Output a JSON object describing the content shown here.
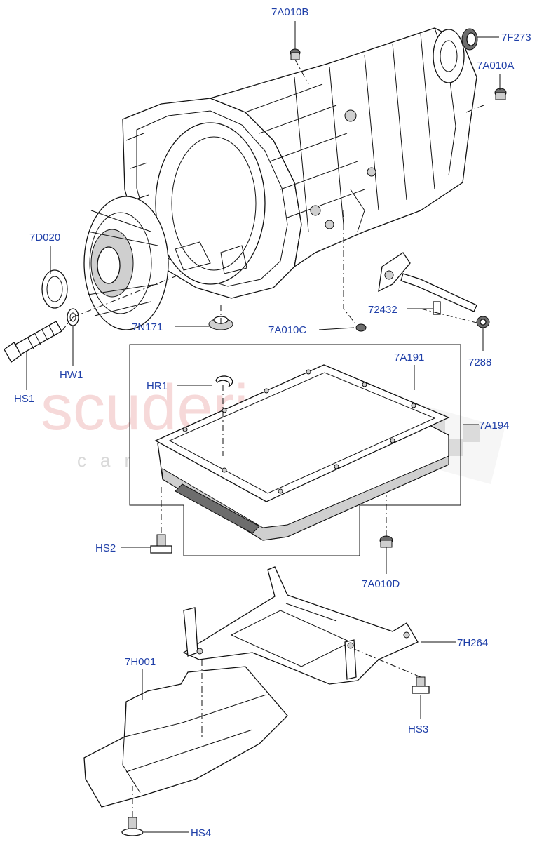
{
  "watermark": {
    "brand": "scuderia",
    "sub": "car parts"
  },
  "callouts": [
    {
      "id": "7A010B",
      "text": "7A010B"
    },
    {
      "id": "7F273",
      "text": "7F273"
    },
    {
      "id": "7A010A",
      "text": "7A010A"
    },
    {
      "id": "7D020",
      "text": "7D020"
    },
    {
      "id": "72432",
      "text": "72432"
    },
    {
      "id": "7N171",
      "text": "7N171"
    },
    {
      "id": "7A010C",
      "text": "7A010C"
    },
    {
      "id": "HW1",
      "text": "HW1"
    },
    {
      "id": "7288",
      "text": "7288"
    },
    {
      "id": "HS1",
      "text": "HS1"
    },
    {
      "id": "7A191",
      "text": "7A191"
    },
    {
      "id": "HR1",
      "text": "HR1"
    },
    {
      "id": "7A194",
      "text": "7A194"
    },
    {
      "id": "HS2",
      "text": "HS2"
    },
    {
      "id": "7A010D",
      "text": "7A010D"
    },
    {
      "id": "7H264",
      "text": "7H264"
    },
    {
      "id": "7H001",
      "text": "7H001"
    },
    {
      "id": "HS3",
      "text": "HS3"
    },
    {
      "id": "HS4",
      "text": "HS4"
    }
  ],
  "colors": {
    "label": "#1f3fa8",
    "line": "#111111",
    "watermark": "#f3c9c9"
  }
}
